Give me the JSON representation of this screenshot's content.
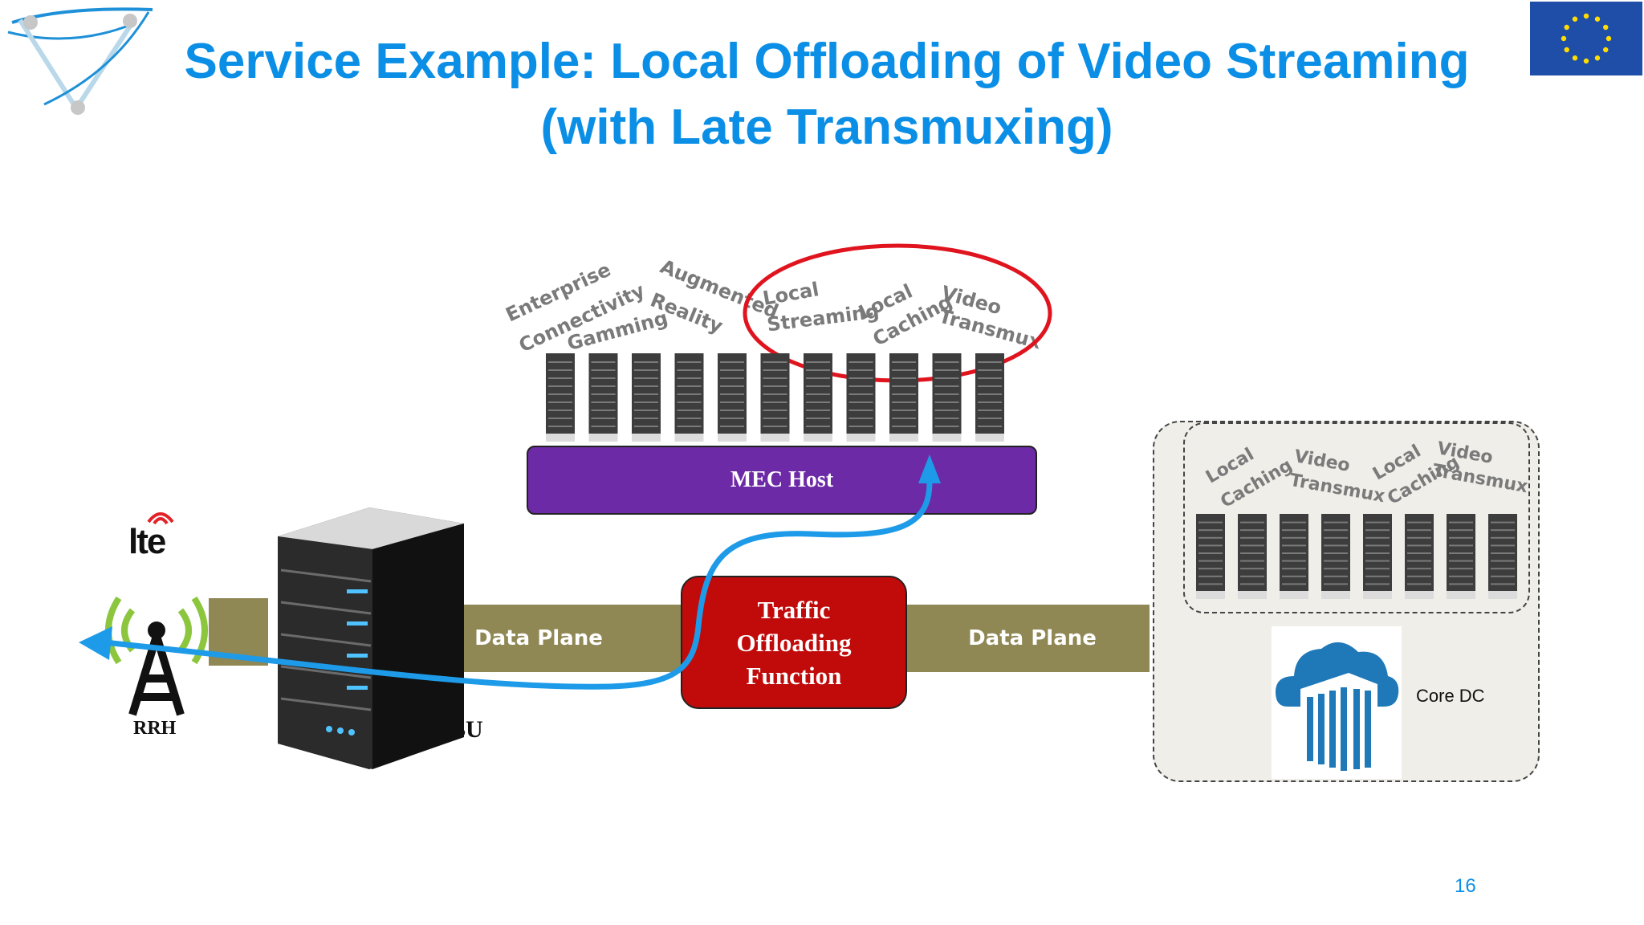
{
  "slide": {
    "title_line1": "Service Example: Local Offloading of Video Streaming",
    "title_line2": "(with Late Transmuxing)",
    "page_number": "16"
  },
  "mec": {
    "host_label": "MEC Host",
    "services": [
      "Enterprise",
      "Connectivity",
      "Gamming",
      "Augmented",
      "Reality",
      "Local",
      "Streaming",
      "Local",
      "Caching",
      "Video",
      "Transmux"
    ]
  },
  "network": {
    "data_plane_left": "Data Plane",
    "data_plane_right": "Data Plane",
    "tof_line1": "Traffic",
    "tof_line2": "Offloading",
    "tof_line3": "Function",
    "bbu_label": "BBU",
    "rrh_label": "RRH",
    "lte_label": "lte"
  },
  "core_dc": {
    "label": "Core DC",
    "services": [
      "Local",
      "Caching",
      "Video",
      "Transmux",
      "Local",
      "Caching",
      "Video",
      "Transmux"
    ]
  },
  "colors": {
    "title_blue": "#0b8fe6",
    "mec_purple": "#6d2aa6",
    "tof_red": "#c10a0a",
    "band_olive": "#8f8754",
    "flow_blue": "#1e9be8",
    "highlight_red": "#e0141e"
  }
}
